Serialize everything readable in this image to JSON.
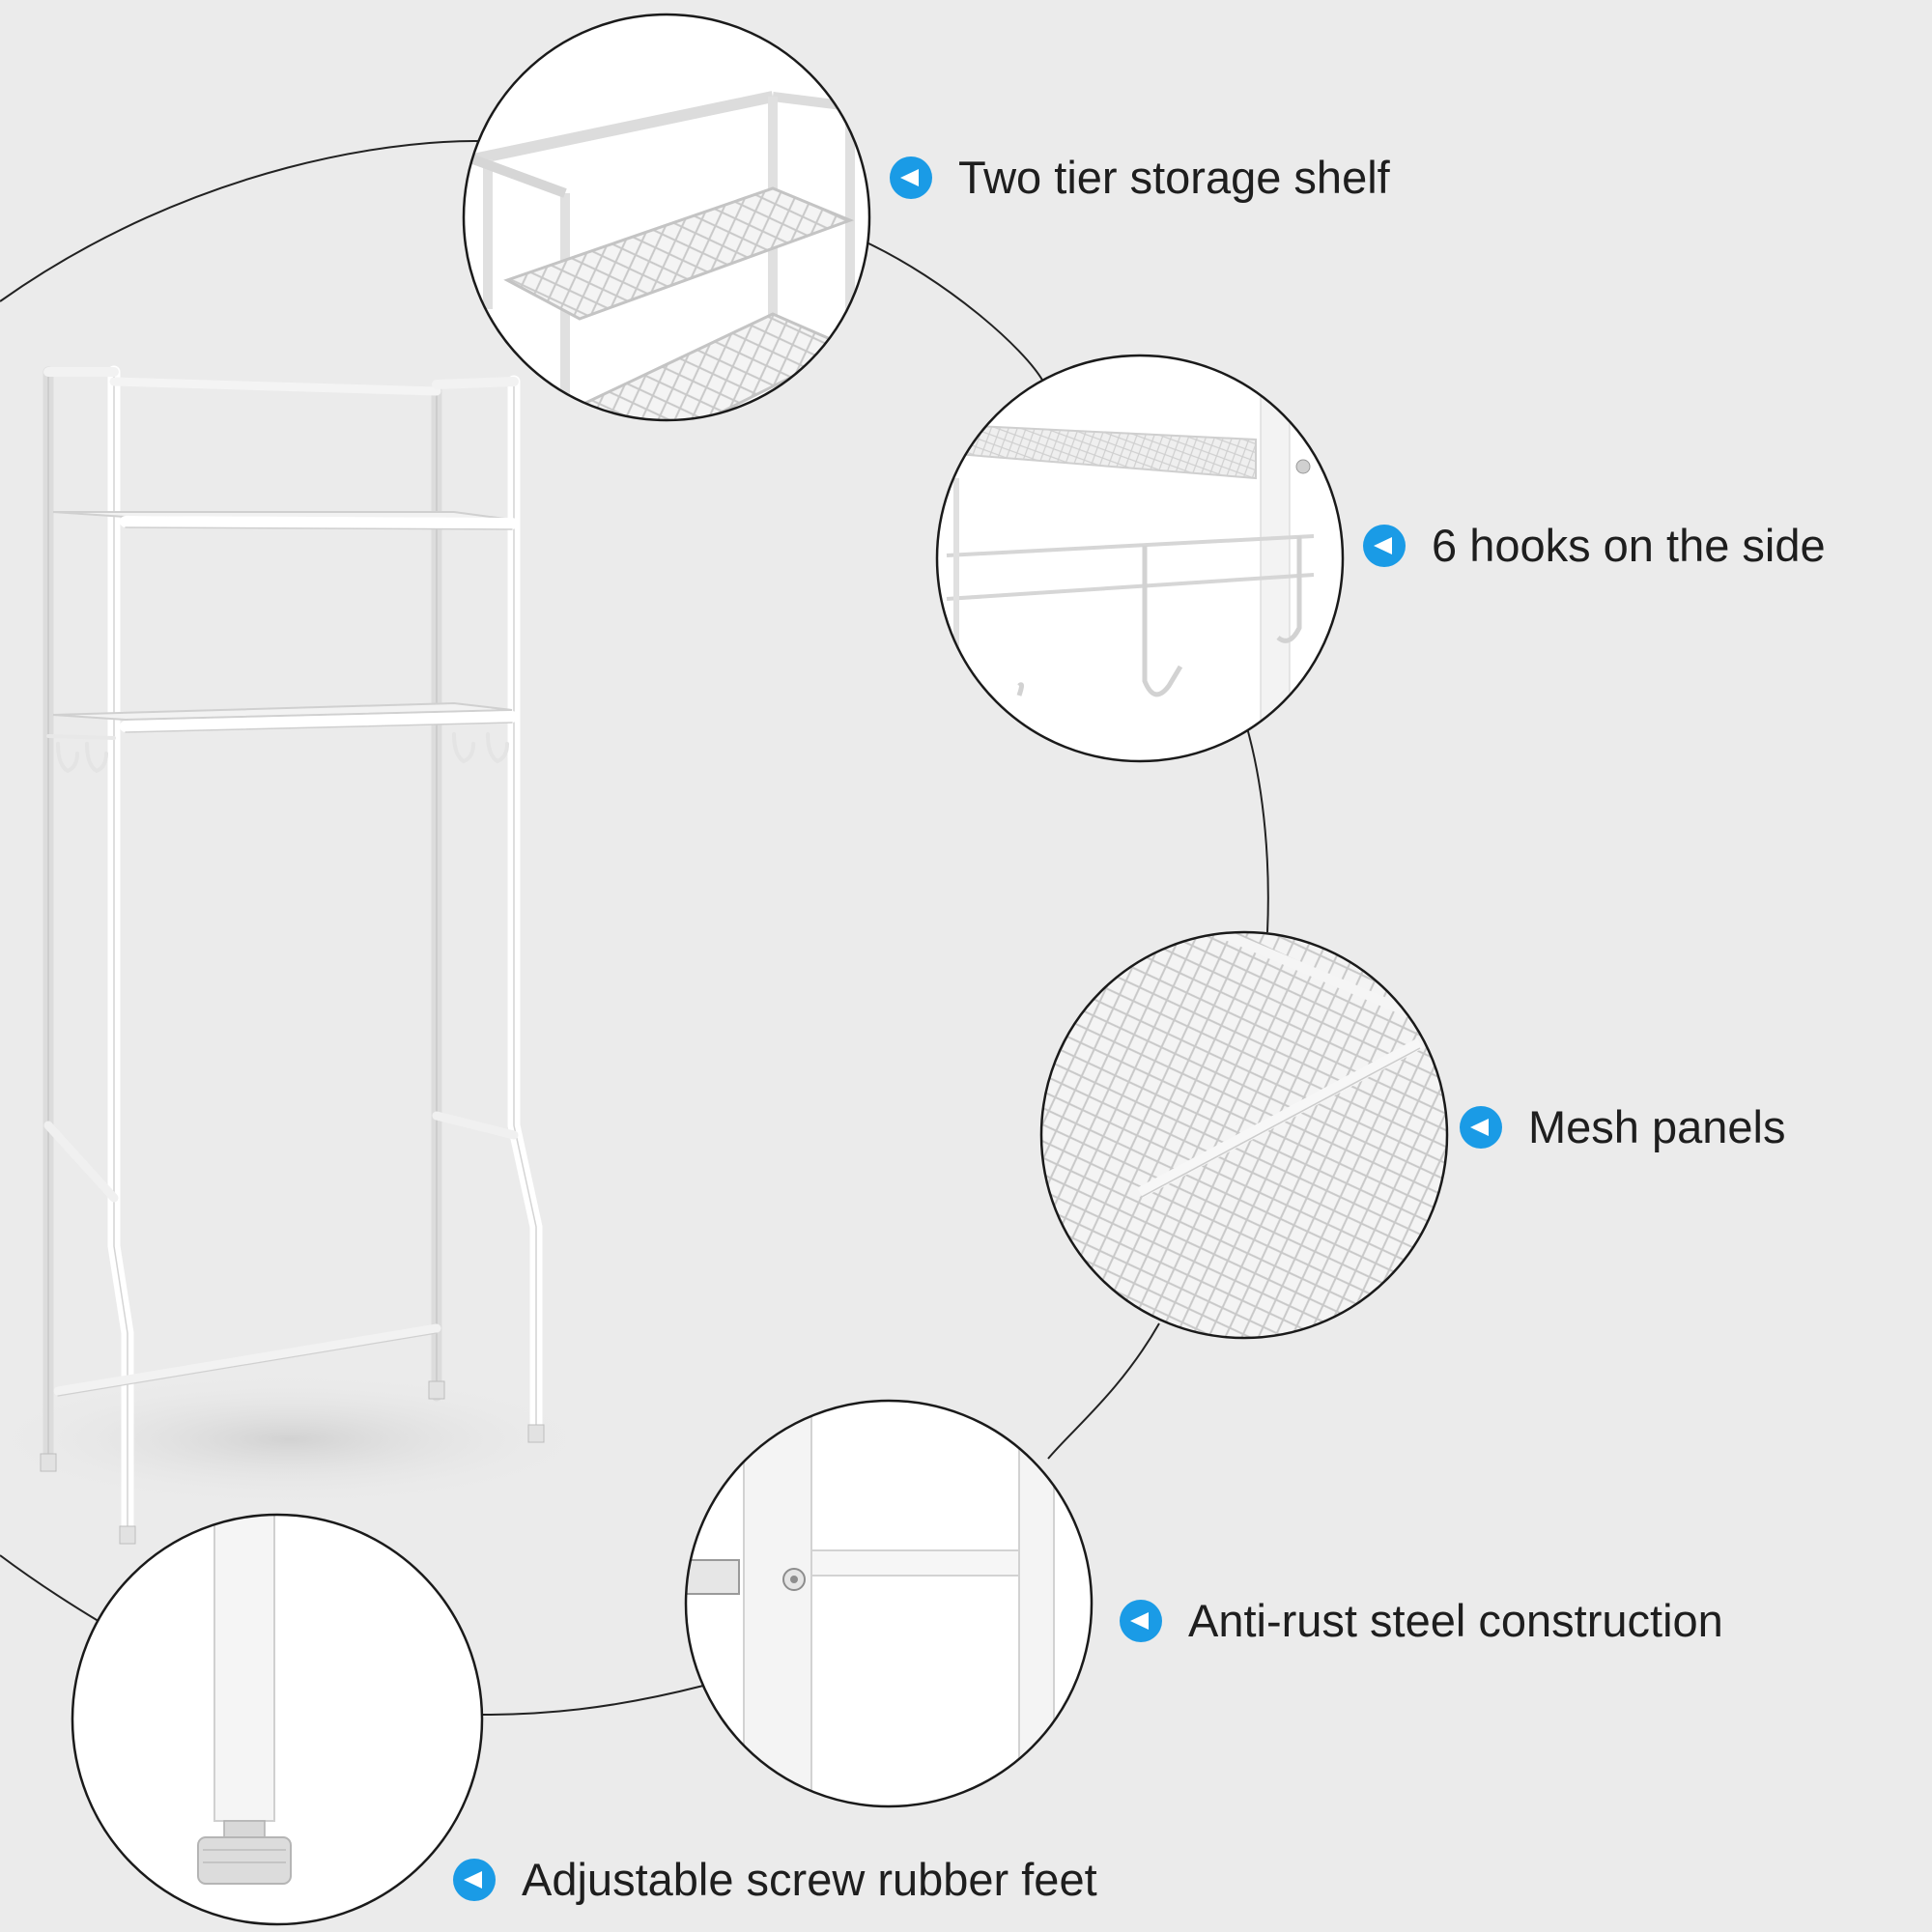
{
  "colors": {
    "background": "#ebebeb",
    "accent": "#1a9be6",
    "text": "#1e1e1e",
    "circle_stroke": "#1a1a1a"
  },
  "features": [
    {
      "label": "Two tier storage shelf",
      "icon": "left-triangle-marker-icon",
      "image": "two-tier-shelf-closeup"
    },
    {
      "label": "6 hooks on the side",
      "icon": "left-triangle-marker-icon",
      "image": "side-hooks-closeup"
    },
    {
      "label": "Mesh panels",
      "icon": "left-triangle-marker-icon",
      "image": "mesh-panel-closeup"
    },
    {
      "label": "Anti-rust steel construction",
      "icon": "left-triangle-marker-icon",
      "image": "steel-frame-closeup"
    },
    {
      "label": "Adjustable screw rubber feet",
      "icon": "left-triangle-marker-icon",
      "image": "rubber-foot-closeup"
    }
  ]
}
